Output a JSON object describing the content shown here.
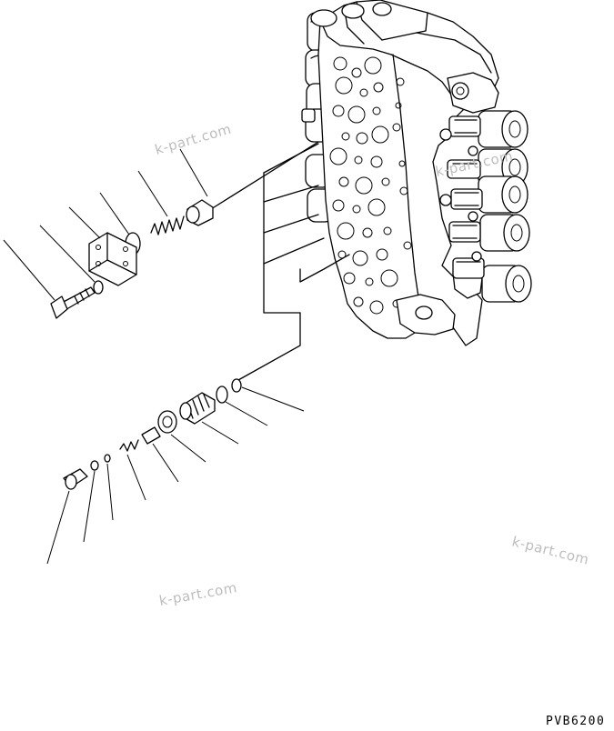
{
  "drawing_code": "PVB6200",
  "watermarks": [
    "k-part.com",
    "k-part.com",
    "k-part.com",
    "k-part.com"
  ]
}
